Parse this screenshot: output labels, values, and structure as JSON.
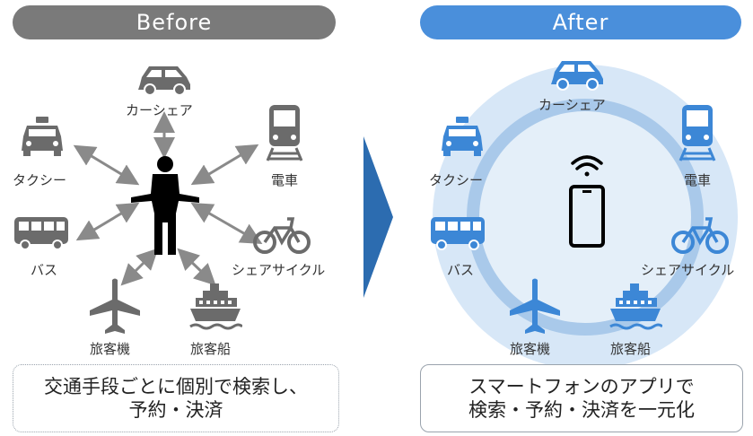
{
  "before": {
    "title": "Before",
    "labels": {
      "carshare": "カーシェア",
      "taxi": "タクシー",
      "train": "電車",
      "bus": "バス",
      "bikeshare": "シェアサイクル",
      "airplane": "旅客機",
      "ship": "旅客船"
    },
    "caption_line1": "交通手段ごとに個別で検索し、",
    "caption_line2": "予約・決済"
  },
  "after": {
    "title": "After",
    "labels": {
      "carshare": "カーシェア",
      "taxi": "タクシー",
      "train": "電車",
      "bus": "バス",
      "bikeshare": "シェアサイクル",
      "airplane": "旅客機",
      "ship": "旅客船"
    },
    "caption_line1": "スマートフォンのアプリで",
    "caption_line2": "検索・予約・決済を一元化"
  },
  "colors": {
    "gray_icon": "#6b6b6b",
    "blue_icon": "#3c87d6",
    "arrow_chevron": "#2c6cb0",
    "outer_circle": "#d7e7f7",
    "ring": "#a9c9ea",
    "inner_circle": "#e4eff9"
  }
}
